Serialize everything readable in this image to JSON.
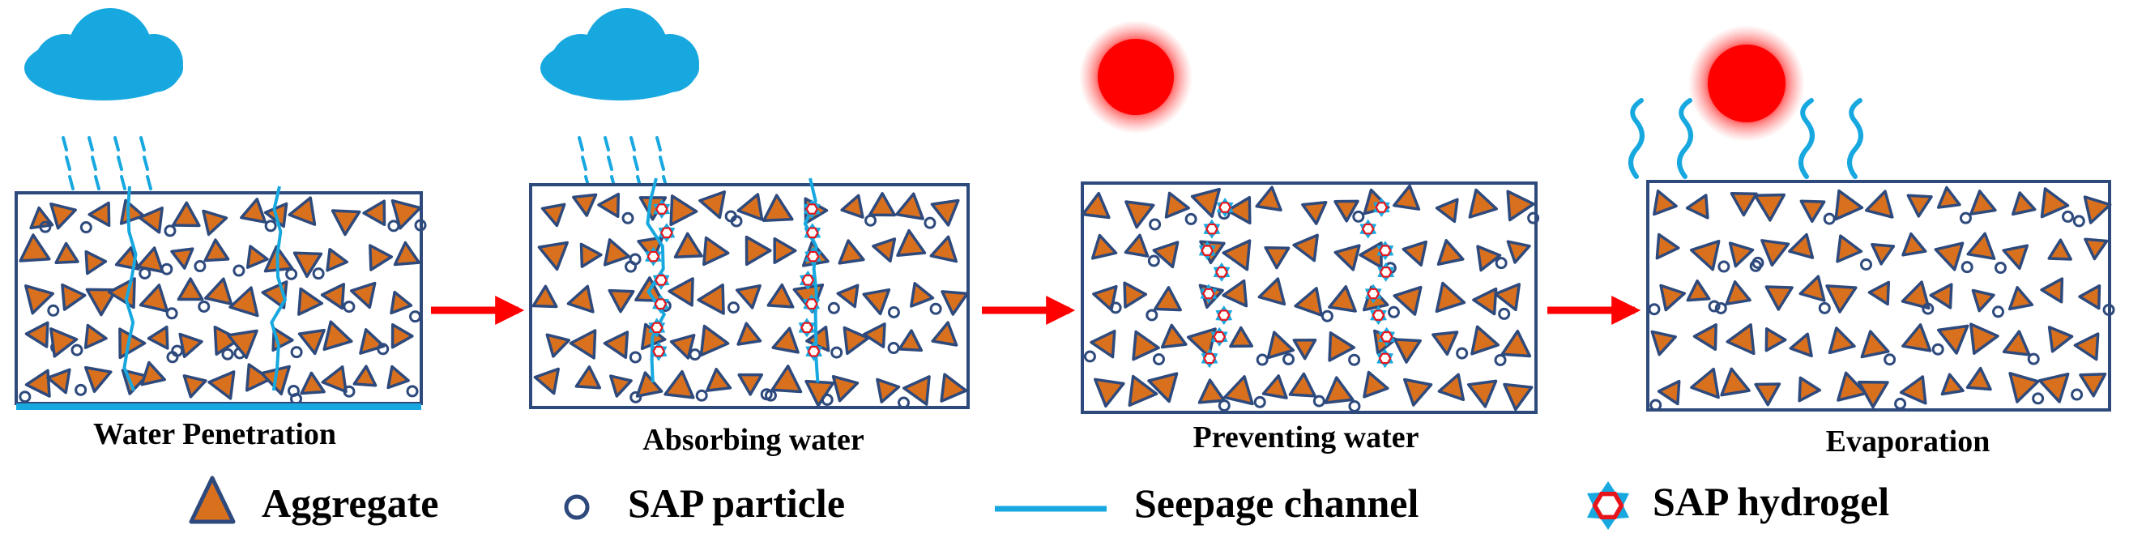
{
  "colors": {
    "aggregate_fill": "#d9701e",
    "aggregate_stroke": "#2e4a7d",
    "panel_border": "#2e4a7d",
    "sap_particle": "#2e4a7d",
    "seepage_channel": "#18a8e0",
    "hydrogel_star": "#18a8e0",
    "hydrogel_ring": "#e8141b",
    "cloud": "#18a8e0",
    "sun": "#ff0000",
    "arrow": "#ff0000"
  },
  "stages": [
    {
      "label": "Water Penetration",
      "weather": "rain-cloud",
      "channel_state": "open-channels"
    },
    {
      "label": "Absorbing water",
      "weather": "rain-cloud",
      "channel_state": "hydrogel-forming"
    },
    {
      "label": "Preventing water",
      "weather": "sun",
      "channel_state": "sealed-by-hydrogel"
    },
    {
      "label": "Evaporation",
      "weather": "sun-with-vapor",
      "channel_state": "dry"
    }
  ],
  "legend": {
    "aggregate": "Aggregate",
    "sap_particle": "SAP particle",
    "seepage_channel": "Seepage channel",
    "sap_hydrogel": "SAP hydrogel"
  },
  "icons": {
    "rain": "rain-cloud-icon",
    "sun": "sun-icon",
    "vapor": "vapor-icon",
    "arrow": "process-arrow"
  }
}
